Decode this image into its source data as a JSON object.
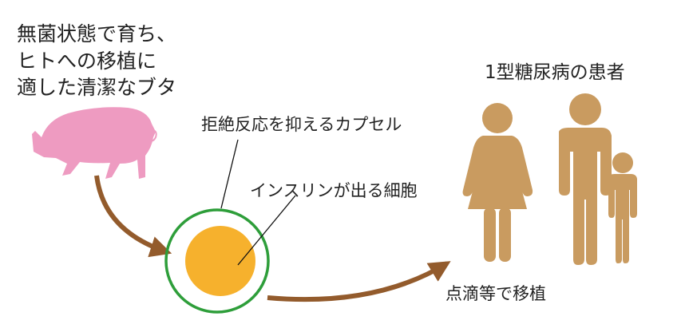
{
  "pig_caption": [
    "無菌状態で育ち、",
    "ヒトへの移植に",
    "適した清潔なブタ"
  ],
  "capsule_label": "拒絶反応を抑えるカプセル",
  "cell_label": "インスリンが出る細胞",
  "transplant_label": "点滴等で移植",
  "patients_label": "1型糖尿病の患者",
  "colors": {
    "pig": "#ee9bc1",
    "arrow": "#935b2c",
    "capsule": "#2e9e3a",
    "cell": "#f6b12d",
    "people": "#c99b60"
  }
}
